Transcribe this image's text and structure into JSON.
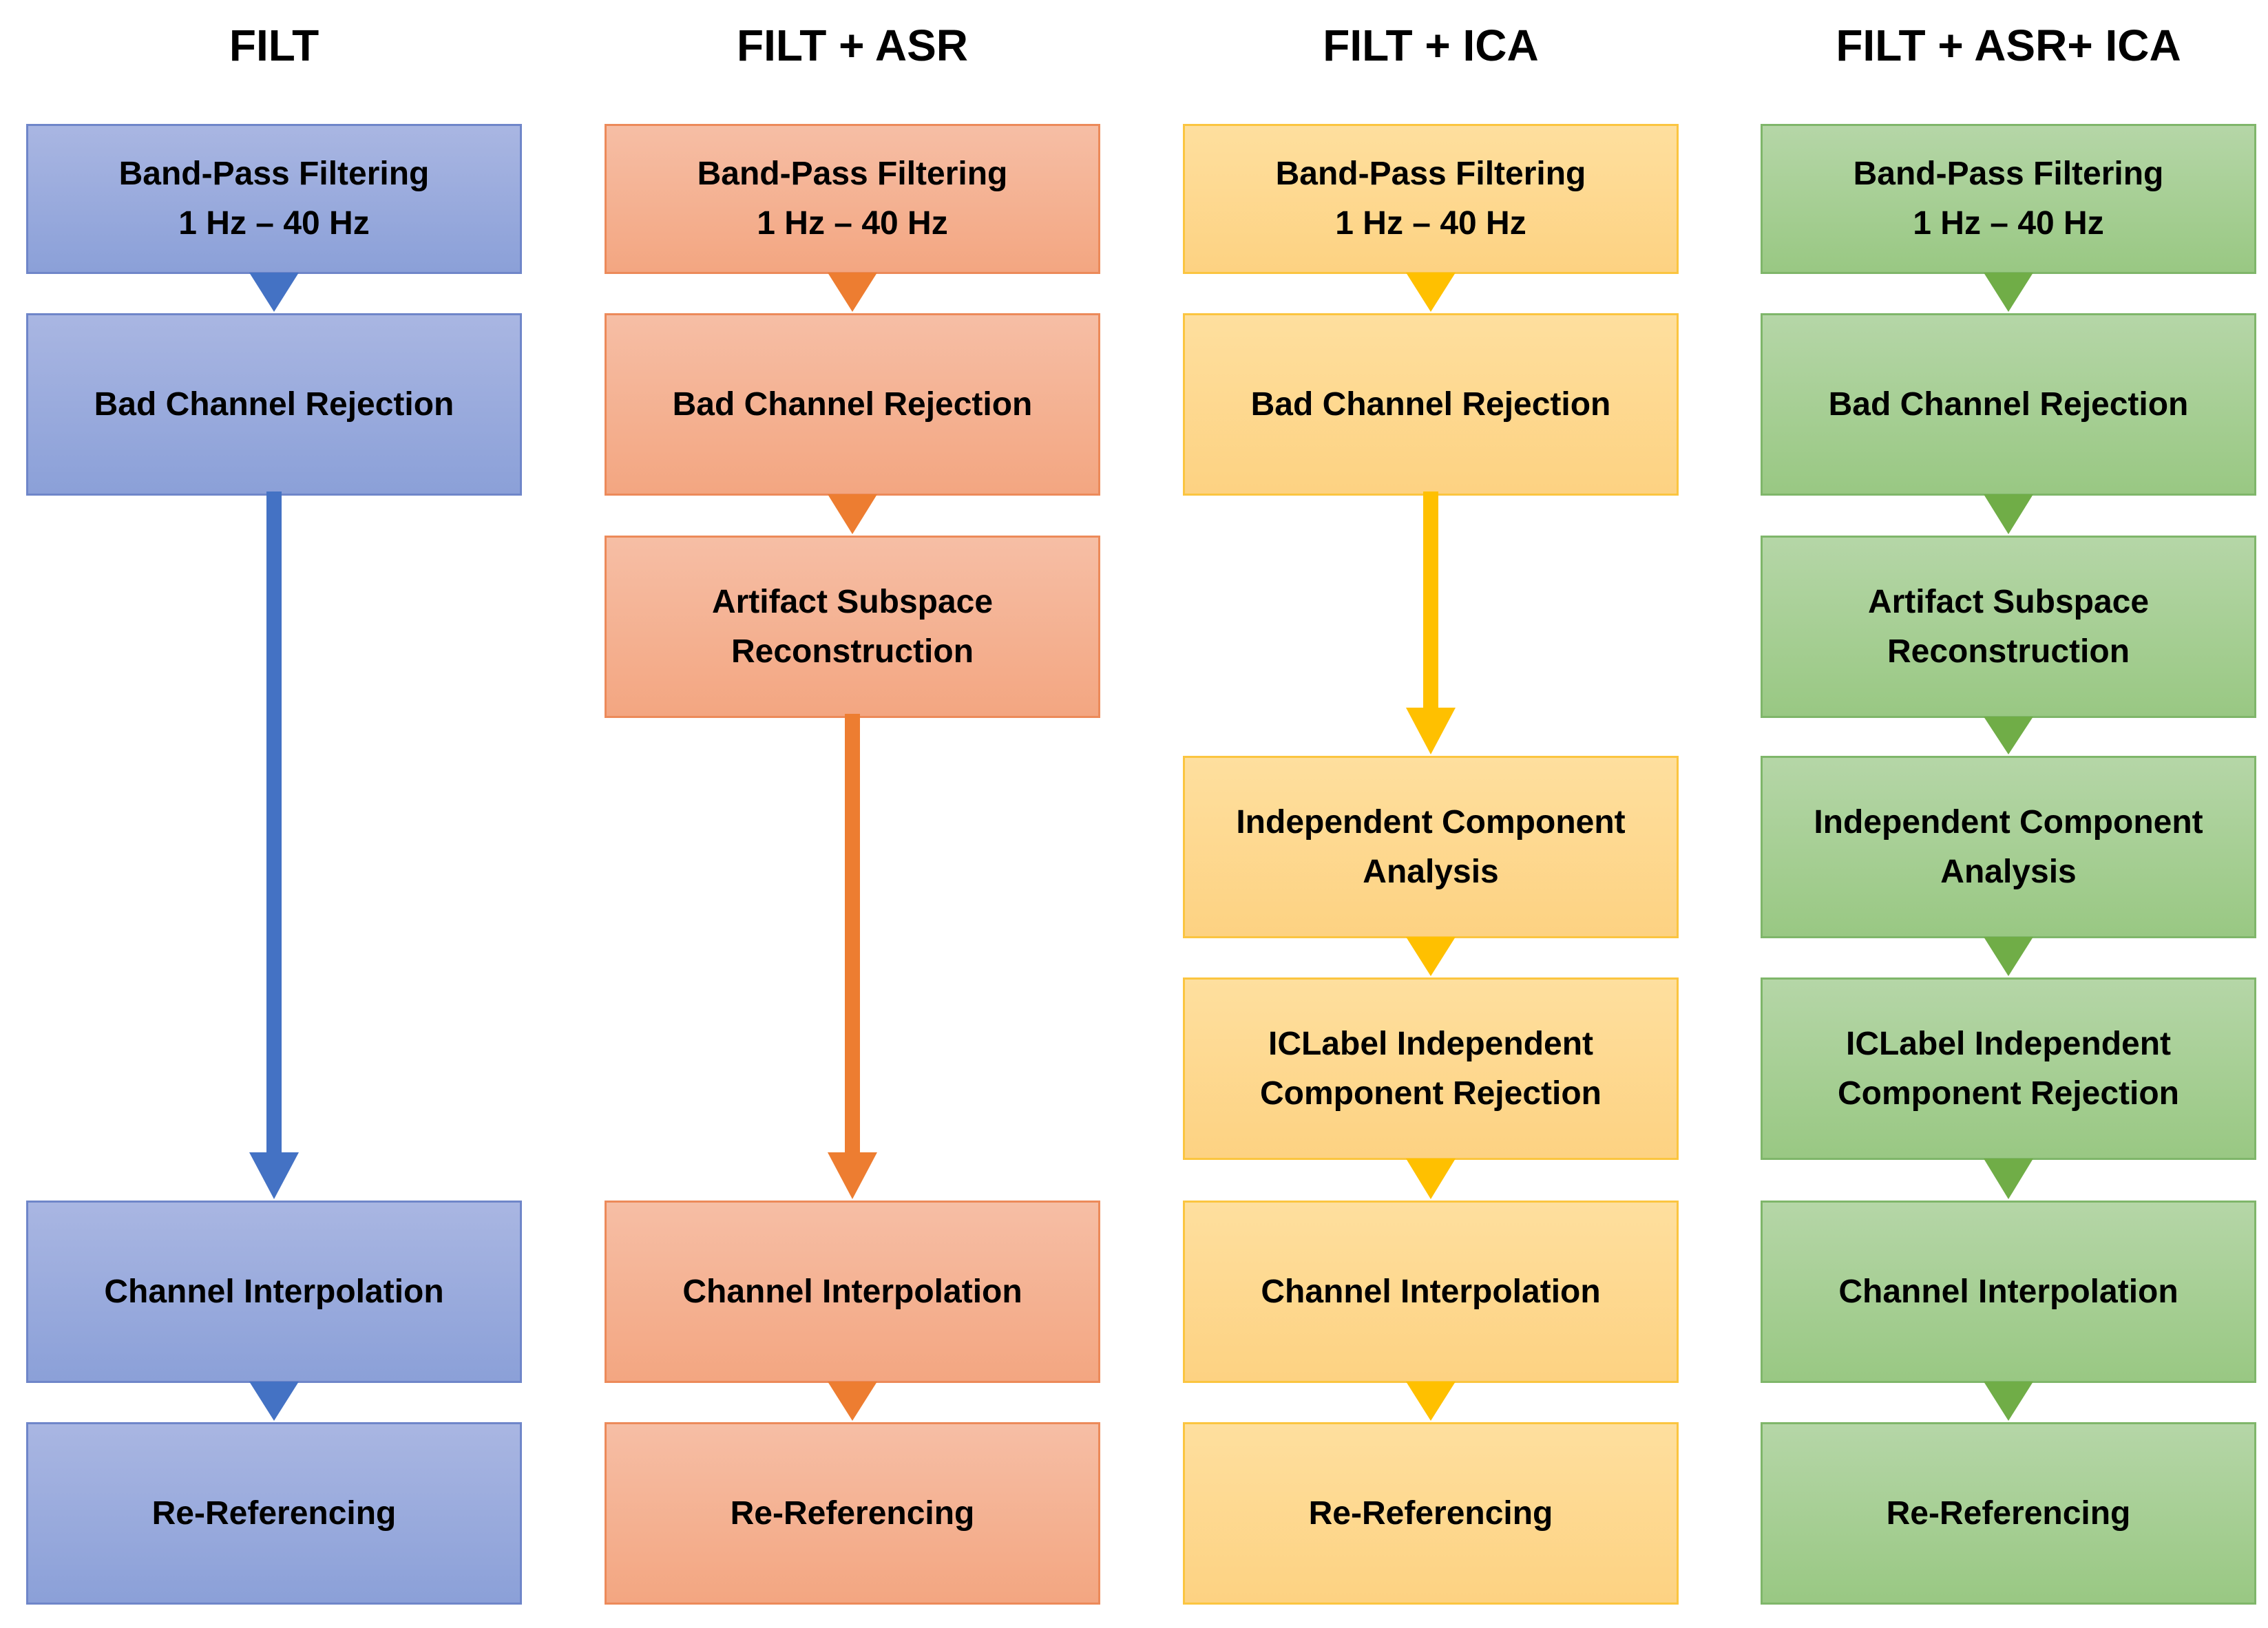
{
  "colors": {
    "blue": {
      "top": "#a9b6e2",
      "bottom": "#8ba0d8",
      "border": "#6f86c9",
      "arrow": "#4472c4"
    },
    "orange": {
      "top": "#f6bea5",
      "bottom": "#f3a681",
      "border": "#ec8a5a",
      "arrow": "#ed7d31"
    },
    "yellow": {
      "top": "#fedf9e",
      "bottom": "#fdd282",
      "border": "#fbc540",
      "arrow": "#ffc000"
    },
    "green": {
      "top": "#b5d6a7",
      "bottom": "#99c883",
      "border": "#7fb66a",
      "arrow": "#70ad47"
    }
  },
  "columns": [
    {
      "title": "FILT",
      "color": "blue",
      "steps": [
        {
          "lines": [
            "Band-Pass Filtering",
            "1 Hz – 40 Hz"
          ]
        },
        {
          "lines": [
            "Bad Channel Rejection"
          ]
        },
        {
          "lines": [
            "Channel Interpolation"
          ]
        },
        {
          "lines": [
            "Re-Referencing"
          ]
        }
      ]
    },
    {
      "title": "FILT + ASR",
      "color": "orange",
      "steps": [
        {
          "lines": [
            "Band-Pass Filtering",
            "1 Hz – 40 Hz"
          ]
        },
        {
          "lines": [
            "Bad Channel Rejection"
          ]
        },
        {
          "lines": [
            "Artifact Subspace",
            "Reconstruction"
          ]
        },
        {
          "lines": [
            "Channel Interpolation"
          ]
        },
        {
          "lines": [
            "Re-Referencing"
          ]
        }
      ]
    },
    {
      "title": "FILT + ICA",
      "color": "yellow",
      "steps": [
        {
          "lines": [
            "Band-Pass Filtering",
            "1 Hz – 40 Hz"
          ]
        },
        {
          "lines": [
            "Bad Channel Rejection"
          ]
        },
        {
          "lines": [
            "Independent Component",
            "Analysis"
          ]
        },
        {
          "lines": [
            "ICLabel Independent",
            "Component Rejection"
          ]
        },
        {
          "lines": [
            "Channel Interpolation"
          ]
        },
        {
          "lines": [
            "Re-Referencing"
          ]
        }
      ]
    },
    {
      "title": "FILT + ASR+ ICA",
      "color": "green",
      "steps": [
        {
          "lines": [
            "Band-Pass Filtering",
            "1 Hz – 40 Hz"
          ]
        },
        {
          "lines": [
            "Bad Channel Rejection"
          ]
        },
        {
          "lines": [
            "Artifact Subspace",
            "Reconstruction"
          ]
        },
        {
          "lines": [
            "Independent Component",
            "Analysis"
          ]
        },
        {
          "lines": [
            "ICLabel Independent",
            "Component Rejection"
          ]
        },
        {
          "lines": [
            "Channel Interpolation"
          ]
        },
        {
          "lines": [
            "Re-Referencing"
          ]
        }
      ]
    }
  ]
}
